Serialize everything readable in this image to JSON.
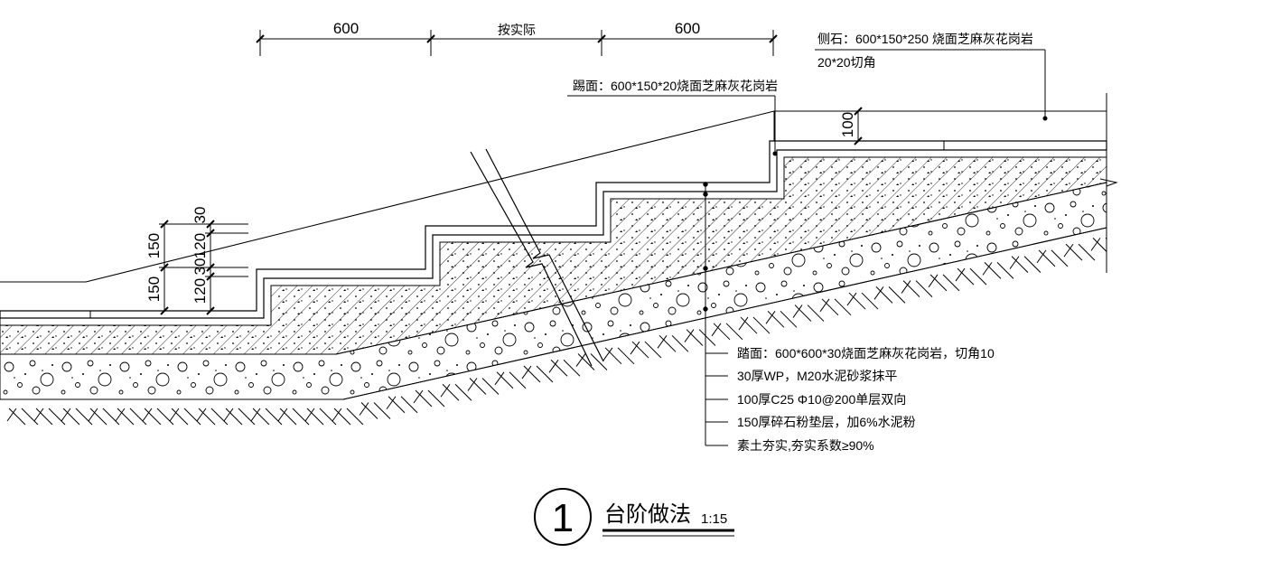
{
  "dimensions": {
    "top_left": "600",
    "top_middle": "按实际",
    "top_right": "600",
    "riser_total_upper": "150",
    "riser_total_lower": "150",
    "riser_top_upper": "30",
    "riser_body_upper": "120",
    "riser_top_lower": "30",
    "riser_body_lower": "120",
    "curb_projection": "100"
  },
  "callouts": {
    "curb_stone_line1": "侧石：600*150*250  烧面芝麻灰花岗岩",
    "curb_stone_line2": "20*20切角",
    "riser_face": "踢面：600*150*20烧面芝麻灰花岗岩"
  },
  "layers": [
    "踏面：600*600*30烧面芝麻灰花岗岩，切角10",
    "30厚WP，M20水泥砂浆抹平",
    "100厚C25  Φ10@200单层双向",
    "150厚碎石粉垫层，加6%水泥粉",
    "素土夯实,夯实系数≥90%"
  ],
  "title": {
    "number": "1",
    "name": "台阶做法",
    "scale": "1:15"
  }
}
